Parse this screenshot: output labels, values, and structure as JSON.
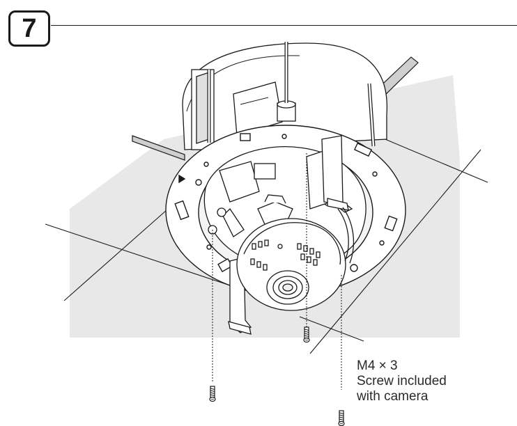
{
  "step": {
    "number": "7"
  },
  "callout": {
    "lines": [
      "M4 × 3",
      "Screw included",
      "with camera"
    ]
  },
  "colors": {
    "ceiling_fill": "#e8e8e8",
    "ink": "#1a1a1a",
    "white": "#ffffff"
  },
  "icons": {
    "step_badge": "numbered-step-badge",
    "screw": "screw-icon",
    "camera": "dome-camera-illustration"
  }
}
